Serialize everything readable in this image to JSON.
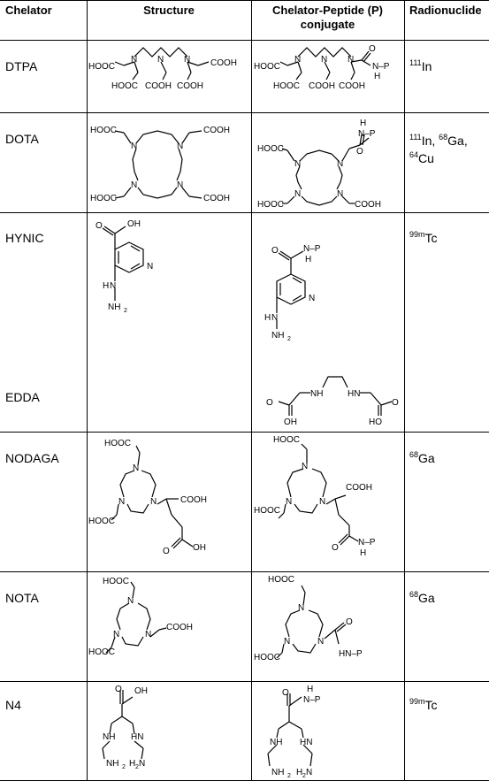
{
  "headers": {
    "chelator": "Chelator",
    "structure": "Structure",
    "conjugate_line1": "Chelator-Peptide (P)",
    "conjugate_line2": "conjugate",
    "radionuclide": "Radionuclide"
  },
  "rows": [
    {
      "name": "DTPA",
      "radionuclide": [
        {
          "sup": "111",
          "el": "In"
        }
      ]
    },
    {
      "name": "DOTA",
      "radionuclide": [
        {
          "sup": "111",
          "el": "In,"
        },
        {
          "sup": "68",
          "el": "Ga,"
        },
        {
          "sup": "64",
          "el": "Cu"
        }
      ]
    },
    {
      "name": "HYNIC",
      "radionuclide": [
        {
          "sup": "99m",
          "el": "Tc"
        }
      ]
    },
    {
      "name": "EDDA",
      "radionuclide": []
    },
    {
      "name": "NODAGA",
      "radionuclide": [
        {
          "sup": "68",
          "el": "Ga"
        }
      ]
    },
    {
      "name": "NOTA",
      "radionuclide": [
        {
          "sup": "68",
          "el": "Ga"
        }
      ]
    },
    {
      "name": "N4",
      "radionuclide": [
        {
          "sup": "99m",
          "el": "Tc"
        }
      ]
    }
  ],
  "atoms": {
    "cooh_left": "HOOC",
    "cooh_right": "COOH",
    "n": "N",
    "h": "H",
    "o": "O",
    "oh": "OH",
    "ho": "HO",
    "nh": "NH",
    "hn": "HN",
    "n_p": "N–P",
    "hn_p": "HN–P",
    "h_n_p": "H",
    "p": "P",
    "nh2": "NH",
    "h2n": "H",
    "two": "2"
  }
}
